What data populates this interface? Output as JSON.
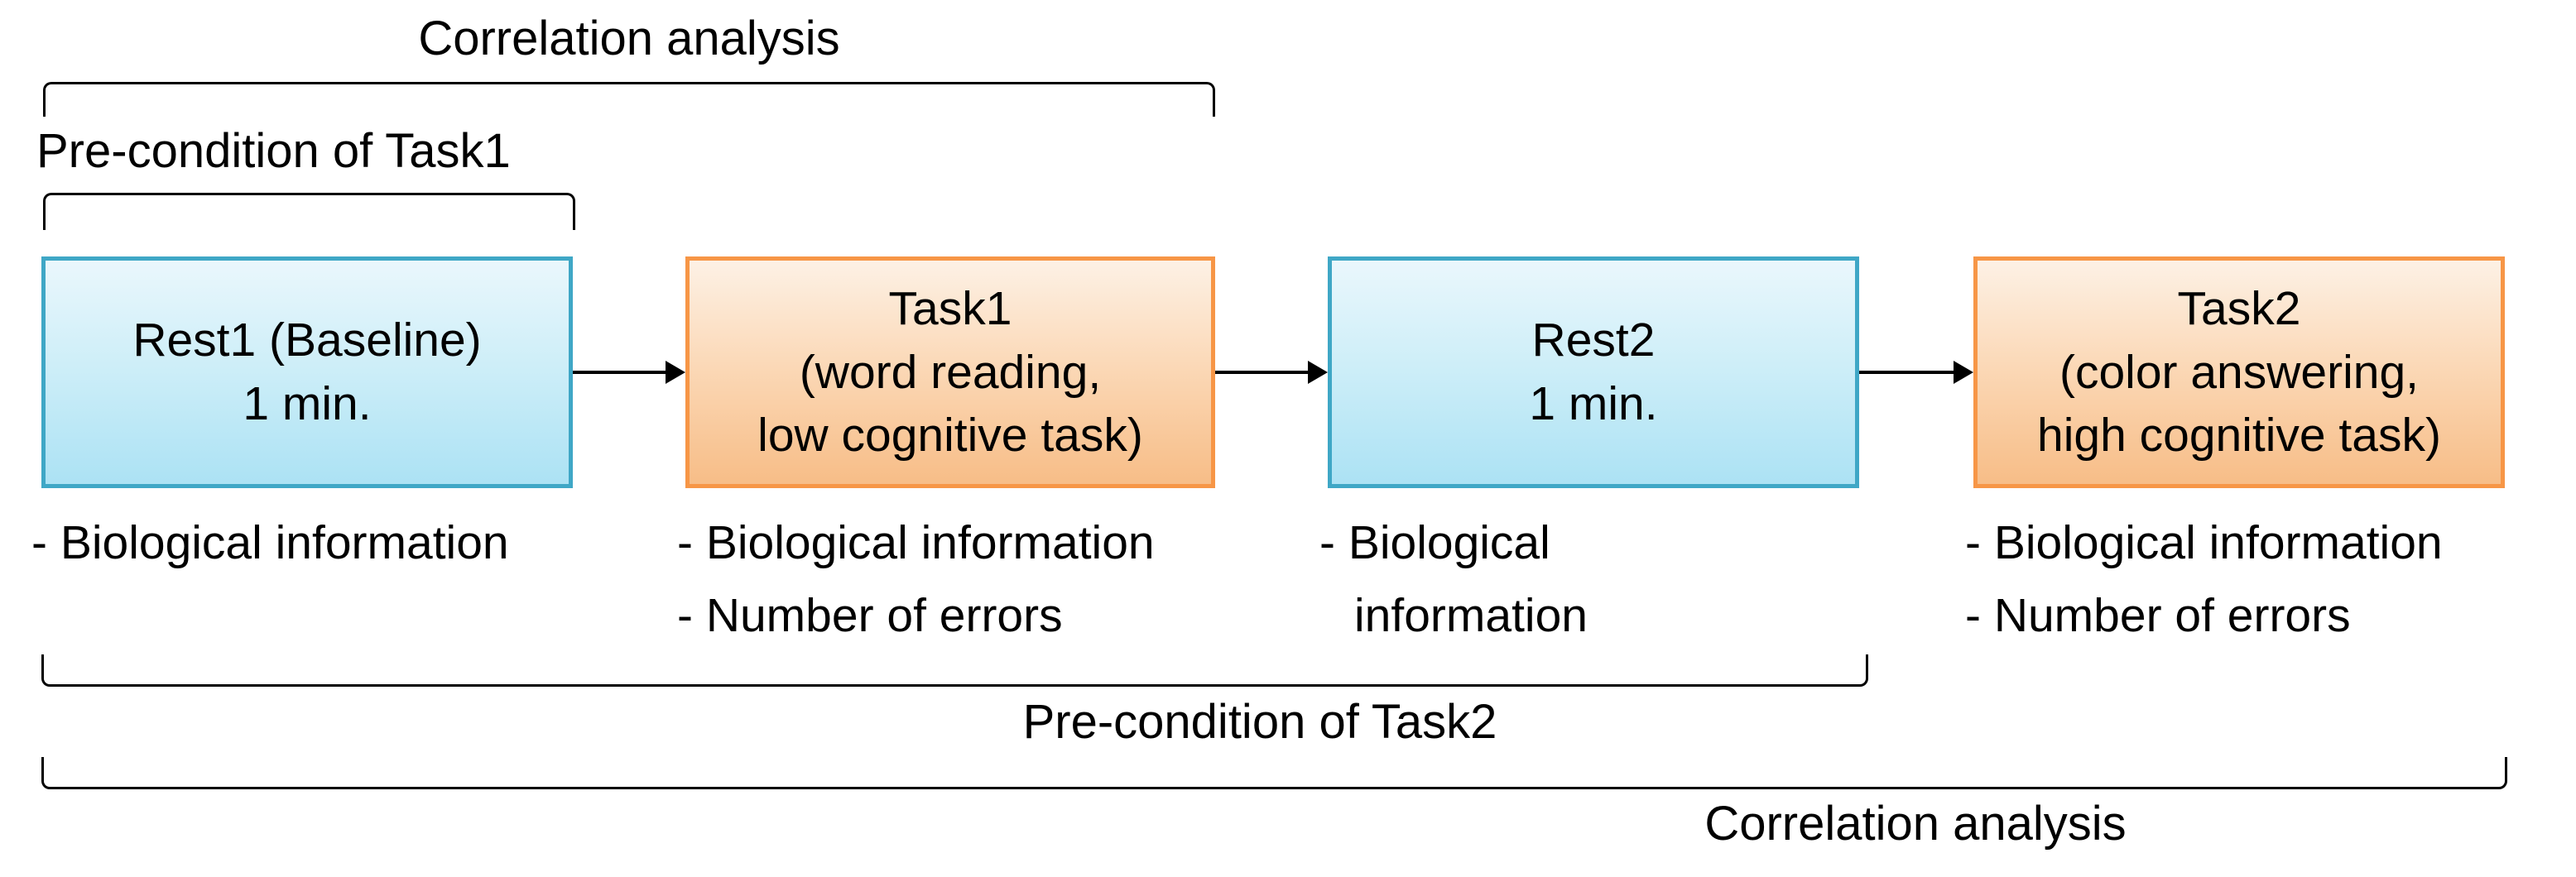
{
  "diagram": {
    "annotations": {
      "top_correlation": "Correlation analysis",
      "pre_task1": "Pre-condition of Task1",
      "pre_task2": "Pre-condition of Task2",
      "bottom_correlation": "Correlation analysis"
    },
    "boxes": [
      {
        "id": "rest1",
        "kind": "rest",
        "lines": [
          "Rest1 (Baseline)",
          "1 min."
        ],
        "notes": [
          "- Biological information"
        ]
      },
      {
        "id": "task1",
        "kind": "task",
        "lines": [
          "Task1",
          "(word reading,",
          "low cognitive task)"
        ],
        "notes": [
          "- Biological information",
          "- Number of errors"
        ]
      },
      {
        "id": "rest2",
        "kind": "rest",
        "lines": [
          "Rest2",
          "1 min."
        ],
        "notes": [
          "- Biological",
          "information"
        ]
      },
      {
        "id": "task2",
        "kind": "task",
        "lines": [
          "Task2",
          "(color answering,",
          "high cognitive task)"
        ],
        "notes": [
          "- Biological information",
          "- Number of errors"
        ]
      }
    ],
    "colors": {
      "rest_border": "#3fa7c6",
      "rest_fill_top": "#eaf7fc",
      "rest_fill_bottom": "#ace2f4",
      "task_border": "#f79646",
      "task_fill_top": "#fdf1e5",
      "task_fill_bottom": "#f7bd87",
      "line": "#000000",
      "background": "#ffffff"
    }
  }
}
